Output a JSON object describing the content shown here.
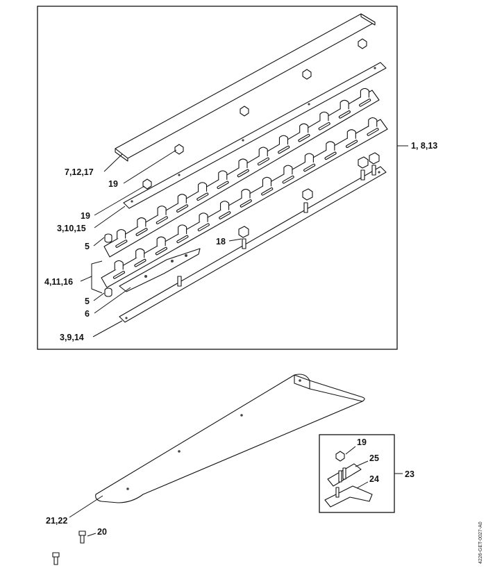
{
  "diagram": {
    "callouts": {
      "c_7_12_17": "7,12,17",
      "c_19_a": "19",
      "c_19_b": "19",
      "c_3_10_15": "3,10,15",
      "c_5_a": "5",
      "c_18": "18",
      "c_4_11_16": "4,11,16",
      "c_5_b": "5",
      "c_6": "6",
      "c_3_9_14": "3,9,14",
      "c_1_8_13": "1, 8,13",
      "c_21_22": "21,22",
      "c_20": "20",
      "c_19_c": "19",
      "c_25": "25",
      "c_24": "24",
      "c_23": "23"
    },
    "drawing_code": "4226-GET-0027-A0"
  }
}
